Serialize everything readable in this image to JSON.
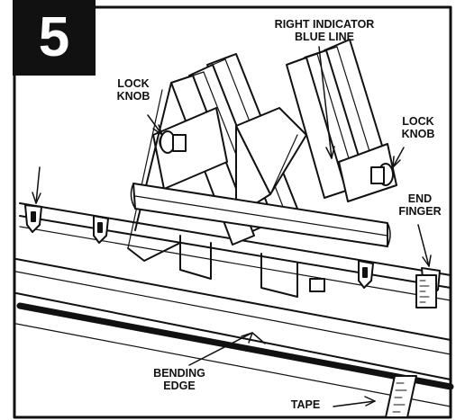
{
  "step": {
    "number": "5"
  },
  "labels": {
    "right_indicator": "RIGHT INDICATOR\nBLUE LINE",
    "lock_knob_left": "LOCK\nKNOB",
    "lock_knob_right": "LOCK\nKNOB",
    "end_finger": "END\nFINGER",
    "bending_edge": "BENDING\nEDGE",
    "tape": "TAPE"
  },
  "colors": {
    "ink": "#111111",
    "paper": "#ffffff",
    "badge": "#111111"
  }
}
